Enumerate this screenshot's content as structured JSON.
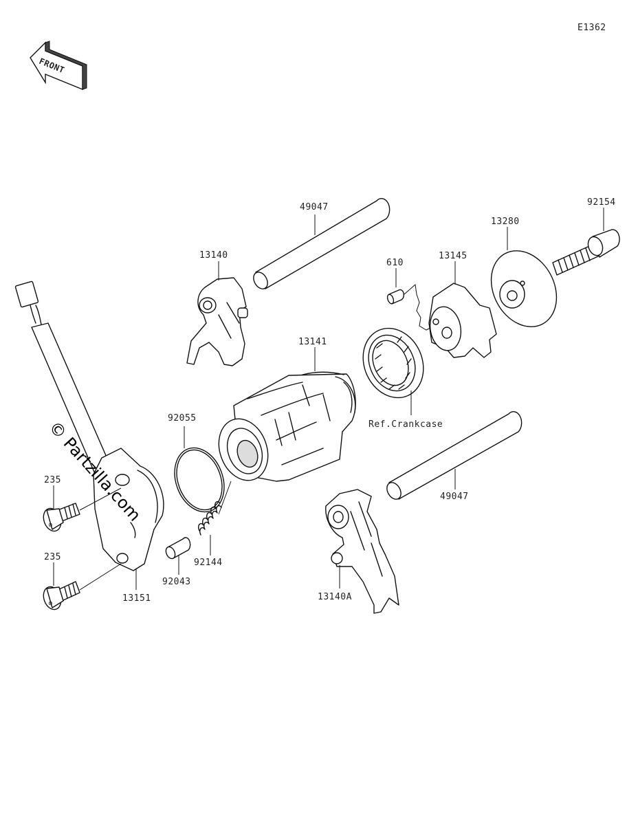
{
  "diagram_code": "E1362",
  "front_label": "FRONT",
  "watermark": "© Partzilla.com",
  "parts": [
    {
      "id": "49047-top",
      "number": "49047"
    },
    {
      "id": "13140",
      "number": "13140"
    },
    {
      "id": "610",
      "number": "610"
    },
    {
      "id": "13145",
      "number": "13145"
    },
    {
      "id": "13280",
      "number": "13280"
    },
    {
      "id": "92154",
      "number": "92154"
    },
    {
      "id": "13141",
      "number": "13141"
    },
    {
      "id": "92055",
      "number": "92055"
    },
    {
      "id": "ref-crankcase",
      "number": "Ref.Crankcase"
    },
    {
      "id": "49047-bottom",
      "number": "49047"
    },
    {
      "id": "235-top",
      "number": "235"
    },
    {
      "id": "235-bottom",
      "number": "235"
    },
    {
      "id": "92144",
      "number": "92144"
    },
    {
      "id": "92043",
      "number": "92043"
    },
    {
      "id": "13151",
      "number": "13151"
    },
    {
      "id": "13140A",
      "number": "13140A"
    }
  ]
}
